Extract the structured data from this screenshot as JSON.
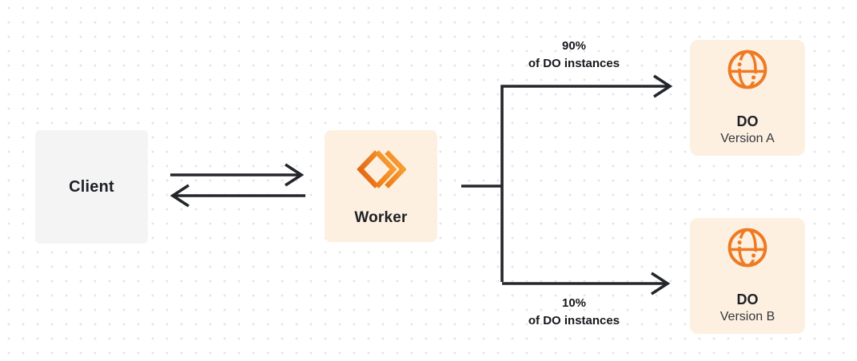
{
  "diagram": {
    "nodes": {
      "client": {
        "label": "Client"
      },
      "worker": {
        "label": "Worker",
        "icon": "workers-chevrons-icon"
      },
      "do_version_a": {
        "title": "DO",
        "subtitle": "Version A",
        "icon": "globe-icon"
      },
      "do_version_b": {
        "title": "DO",
        "subtitle": "Version B",
        "icon": "globe-icon"
      }
    },
    "edges": {
      "split_top": {
        "percent": "90%",
        "caption": "of DO instances"
      },
      "split_bottom": {
        "percent": "10%",
        "caption": "of DO instances"
      }
    },
    "colors": {
      "accent_orange": "#ee7a23",
      "worker_orange_dark": "#e2610f",
      "worker_orange_light": "#f9a63c",
      "node_bg_cream": "#fdf0e0",
      "node_bg_gray": "#f4f4f5",
      "line": "#24262b",
      "grid_dot": "#e3e4e6",
      "text_primary": "#1d2025",
      "text_secondary": "#34383e",
      "background": "#ffffff"
    }
  }
}
